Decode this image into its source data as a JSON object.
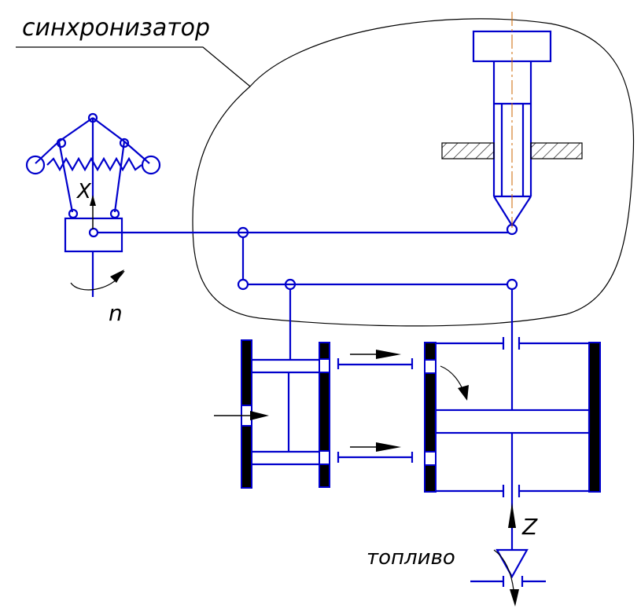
{
  "labels": {
    "synchronizer": "синхронизатор",
    "x_axis": "X",
    "n_rotation": "n",
    "z_axis": "Z",
    "fuel": "топливо"
  },
  "colors": {
    "line_primary": "#0000cc",
    "line_outline": "#000000",
    "axis_centerline": "#cc6600",
    "fill_solid": "#000000"
  }
}
